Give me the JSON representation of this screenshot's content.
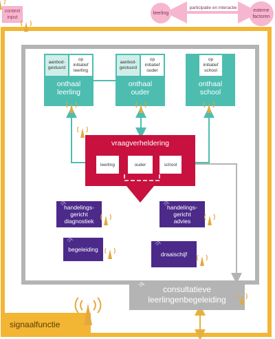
{
  "context": {
    "line1": "context",
    "line2": "input"
  },
  "top": {
    "leerling": "leerling",
    "participatie": "participatie en interactie",
    "externe1": "externe",
    "externe2": "factoren"
  },
  "onthaal": {
    "leerling": {
      "title1": "onthaal",
      "title2": "leerling",
      "sub1": [
        "aanbod-",
        "gestuurd"
      ],
      "sub2": [
        "op",
        "initiatief",
        "leerling"
      ]
    },
    "ouder": {
      "title1": "onthaal",
      "title2": "ouder",
      "sub1": [
        "aanbod-",
        "gestuurd"
      ],
      "sub2": [
        "op",
        "initiatief",
        "ouder"
      ]
    },
    "school": {
      "title1": "onthaal",
      "title2": "school",
      "sub1": [
        "op",
        "initiatief",
        "school"
      ]
    }
  },
  "vraag": {
    "title": "vraagverheldering",
    "boxes": [
      "leerling",
      "ouder",
      "school"
    ]
  },
  "purple": {
    "hgd": [
      "handelings-",
      "gericht",
      "diagnostiek"
    ],
    "hga": [
      "handelings-",
      "gericht",
      "advies"
    ],
    "begeleiding": "begeleiding",
    "draaischijf": "draaischijf"
  },
  "clb": {
    "line1": "consultatieve",
    "line2": "leerlingenbegeleiding"
  },
  "signaal": "signaalfunctie",
  "colors": {
    "orange": "#f2b634",
    "teal": "#4dbdb0",
    "crimson": "#c8113f",
    "purple": "#4b2a8a",
    "grey": "#b4b4b4",
    "pink": "#f7b6cf"
  }
}
